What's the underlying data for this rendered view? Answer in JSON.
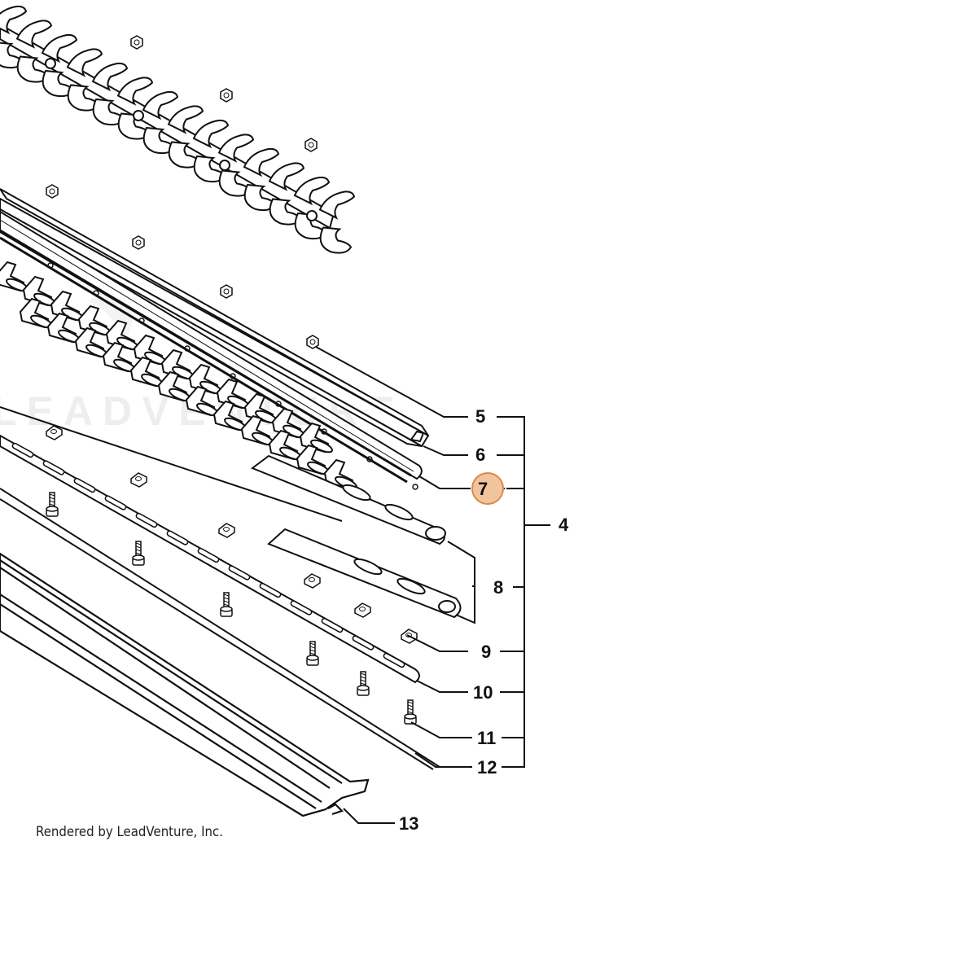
{
  "diagram": {
    "callouts": [
      {
        "id": "5",
        "label": "5"
      },
      {
        "id": "6",
        "label": "6"
      },
      {
        "id": "7",
        "label": "7",
        "highlighted": true
      },
      {
        "id": "4",
        "label": "4"
      },
      {
        "id": "8",
        "label": "8"
      },
      {
        "id": "9",
        "label": "9"
      },
      {
        "id": "10",
        "label": "10"
      },
      {
        "id": "11",
        "label": "11"
      },
      {
        "id": "12",
        "label": "12"
      },
      {
        "id": "13",
        "label": "13"
      }
    ],
    "credit": "Rendered by LeadVenture, Inc.",
    "watermark": "LEADVENTURE",
    "colors": {
      "line": "#111111",
      "highlight_fill": "#F2C49E",
      "highlight_stroke": "#D9894A",
      "watermark": "#E6E6E6"
    }
  }
}
